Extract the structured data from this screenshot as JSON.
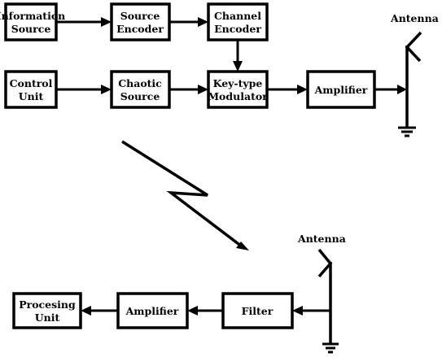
{
  "tx": {
    "info_source": [
      "Information",
      "Source"
    ],
    "source_encoder": [
      "Source",
      "Encoder"
    ],
    "channel_encoder": [
      "Channel",
      "Encoder"
    ],
    "control_unit": [
      "Control",
      "Unit"
    ],
    "chaotic_source": [
      "Chaotic",
      "Source"
    ],
    "modulator": [
      "Key-type",
      "Modulator"
    ],
    "amplifier": [
      "Amplifier"
    ],
    "antenna_label": "Antenna"
  },
  "rx": {
    "processing_unit": [
      "Procesing",
      "Unit"
    ],
    "amplifier": [
      "Amplifier"
    ],
    "filter": [
      "Filter"
    ],
    "antenna_label": "Antenna"
  }
}
